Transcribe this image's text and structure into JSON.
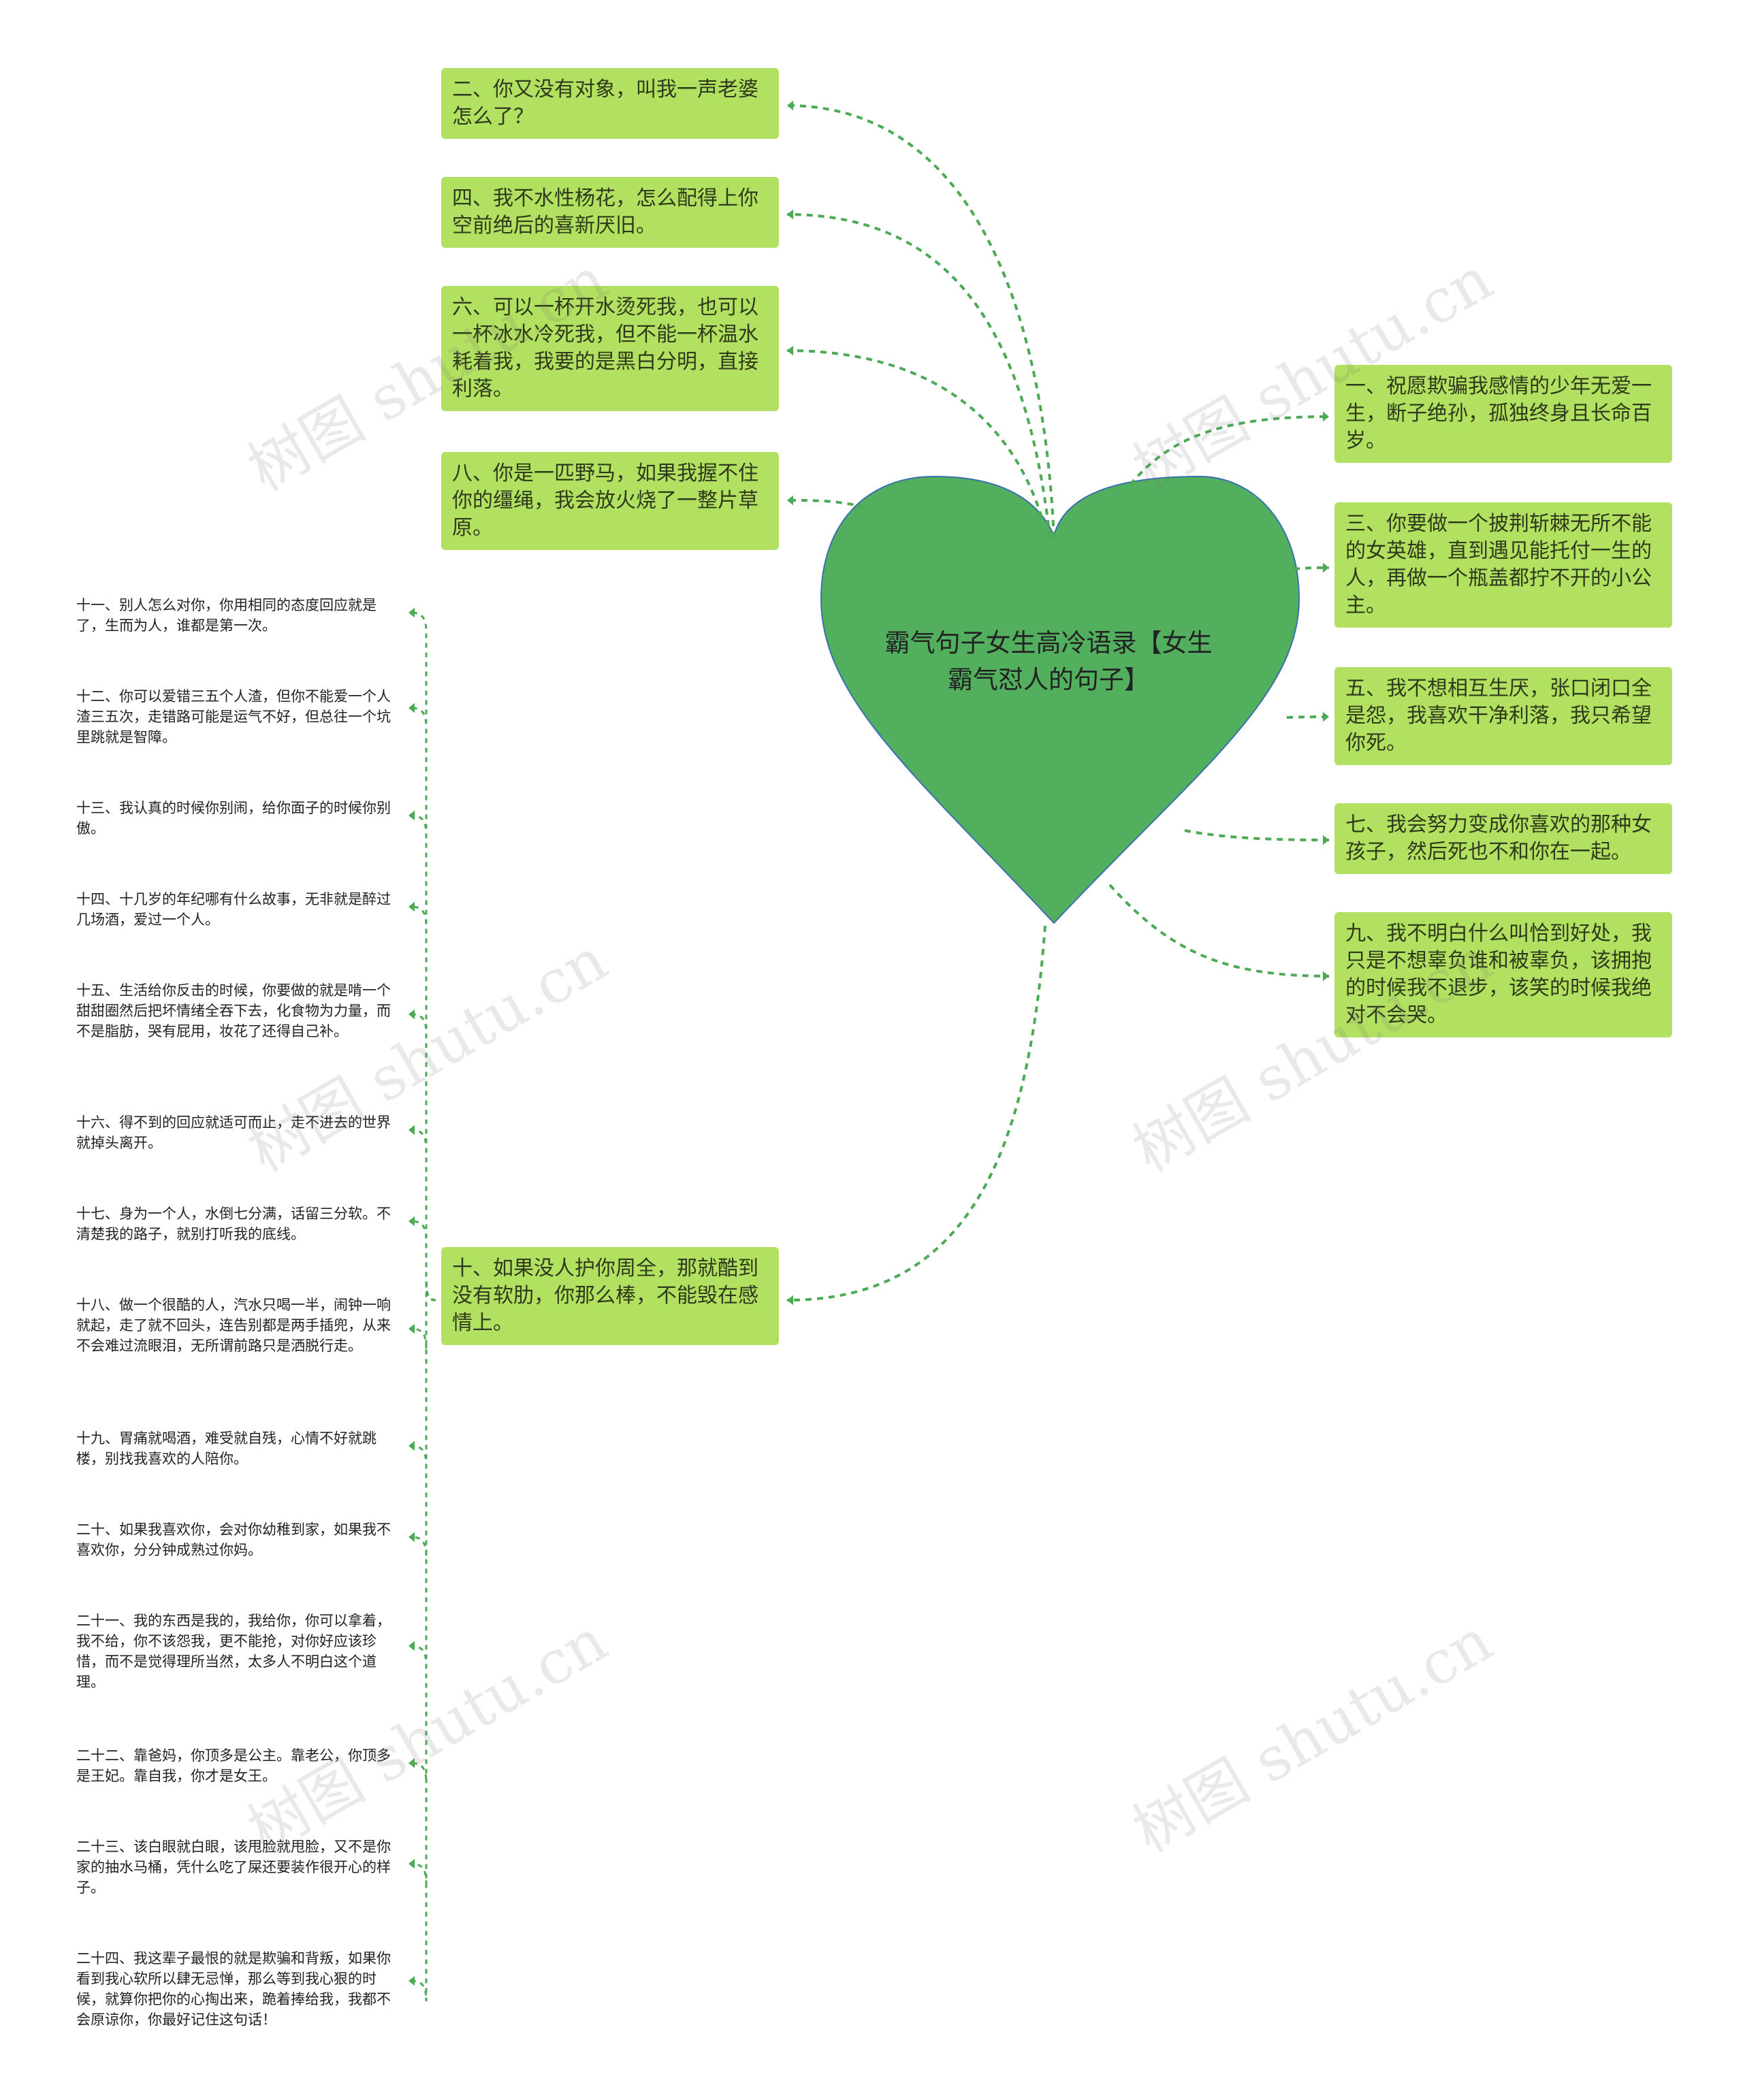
{
  "root": {
    "title": "霸气句子女生高冷语录【女生霸气怼人的句子】"
  },
  "left_branches": [
    {
      "text": "二、你又没有对象，叫我一声老婆怎么了？"
    },
    {
      "text": "四、我不水性杨花，怎么配得上你空前绝后的喜新厌旧。"
    },
    {
      "text": "六、可以一杯开水烫死我，也可以一杯冰水冷死我，但不能一杯温水耗着我，我要的是黑白分明，直接利落。"
    },
    {
      "text": "八、你是一匹野马，如果我握不住你的缰绳，我会放火烧了一整片草原。"
    },
    {
      "text": "十、如果没人护你周全，那就酷到没有软肋，你那么棒，不能毁在感情上。"
    }
  ],
  "right_branches": [
    {
      "text": "一、祝愿欺骗我感情的少年无爱一生，断子绝孙，孤独终身且长命百岁。"
    },
    {
      "text": "三、你要做一个披荆斩棘无所不能的女英雄，直到遇见能托付一生的人，再做一个瓶盖都拧不开的小公主。"
    },
    {
      "text": "五、我不想相互生厌，张口闭口全是怨，我喜欢干净利落，我只希望你死。"
    },
    {
      "text": "七、我会努力变成你喜欢的那种女孩子，然后死也不和你在一起。"
    },
    {
      "text": "九、我不明白什么叫恰到好处，我只是不想辜负谁和被辜负，该拥抱的时候我不退步，该笑的时候我绝对不会哭。"
    }
  ],
  "sub_notes": [
    {
      "text": "十一、别人怎么对你，你用相同的态度回应就是了，生而为人，谁都是第一次。"
    },
    {
      "text": "十二、你可以爱错三五个人渣，但你不能爱一个人渣三五次，走错路可能是运气不好，但总往一个坑里跳就是智障。"
    },
    {
      "text": "十三、我认真的时候你别闹，给你面子的时候你别傲。"
    },
    {
      "text": "十四、十几岁的年纪哪有什么故事，无非就是醉过几场酒，爱过一个人。"
    },
    {
      "text": "十五、生活给你反击的时候，你要做的就是啃一个甜甜圈然后把坏情绪全吞下去，化食物为力量，而不是脂肪，哭有屁用，妆花了还得自己补。"
    },
    {
      "text": "十六、得不到的回应就适可而止，走不进去的世界就掉头离开。"
    },
    {
      "text": "十七、身为一个人，水倒七分满，话留三分软。不清楚我的路子，就别打听我的底线。"
    },
    {
      "text": "十八、做一个很酷的人，汽水只喝一半，闹钟一响就起，走了就不回头，连告别都是两手插兜，从来不会难过流眼泪，无所谓前路只是洒脱行走。"
    },
    {
      "text": "十九、胃痛就喝酒，难受就自残，心情不好就跳楼，别找我喜欢的人陪你。"
    },
    {
      "text": "二十、如果我喜欢你，会对你幼稚到家，如果我不喜欢你，分分钟成熟过你妈。"
    },
    {
      "text": "二十一、我的东西是我的，我给你，你可以拿着，我不给，你不该怨我，更不能抢，对你好应该珍惜，而不是觉得理所当然，太多人不明白这个道理。"
    },
    {
      "text": "二十二、靠爸妈，你顶多是公主。靠老公，你顶多是王妃。靠自我，你才是女王。"
    },
    {
      "text": "二十三、该白眼就白眼，该甩脸就甩脸，又不是你家的抽水马桶，凭什么吃了屎还要装作很开心的样子。"
    },
    {
      "text": "二十四、我这辈子最恨的就是欺骗和背叛，如果你看到我心软所以肆无忌惮，那么等到我心狠的时候，就算你把你的心掏出来，跪着捧给我，我都不会原谅你，你最好记住这句话！"
    }
  ],
  "watermark": "树图 shutu.cn",
  "colors": {
    "heart_fill": "#52af5d",
    "heart_stroke": "#3a6fb0",
    "box_fill": "#b2e060",
    "link": "#4caa55"
  }
}
